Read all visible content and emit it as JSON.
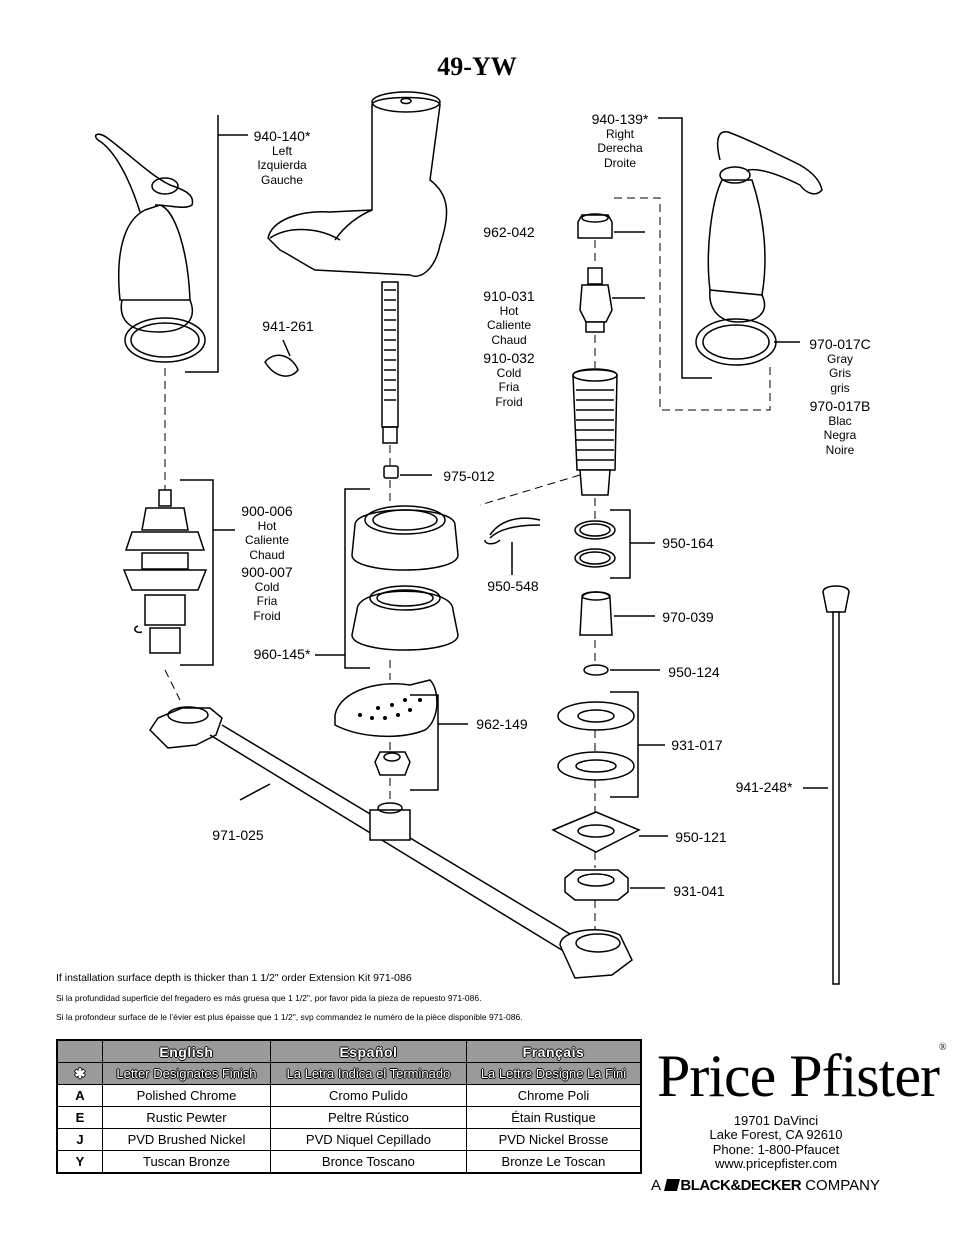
{
  "title": "49-YW",
  "parts": {
    "p940_140": {
      "number": "940-140*",
      "lines": [
        "Left",
        "Izquierda",
        "Gauche"
      ]
    },
    "p940_139": {
      "number": "940-139*",
      "lines": [
        "Right",
        "Derecha",
        "Droite"
      ]
    },
    "p962_042": {
      "number": "962-042"
    },
    "p941_261": {
      "number": "941-261"
    },
    "p910_031": {
      "number": "910-031",
      "lines": [
        "Hot",
        "Caliente",
        "Chaud"
      ]
    },
    "p910_032": {
      "number": "910-032",
      "lines": [
        "Cold",
        "Fria",
        "Froid"
      ]
    },
    "p970_017C": {
      "number": "970-017C",
      "lines": [
        "Gray",
        "Gris",
        "gris"
      ]
    },
    "p970_017B": {
      "number": "970-017B",
      "lines": [
        "Blac",
        "Negra",
        "Noire"
      ]
    },
    "p975_012": {
      "number": "975-012"
    },
    "p900_006": {
      "number": "900-006",
      "lines": [
        "Hot",
        "Caliente",
        "Chaud"
      ]
    },
    "p900_007": {
      "number": "900-007",
      "lines": [
        "Cold",
        "Fria",
        "Froid"
      ]
    },
    "p950_164": {
      "number": "950-164"
    },
    "p950_548": {
      "number": "950-548"
    },
    "p970_039": {
      "number": "970-039"
    },
    "p960_145": {
      "number": "960-145*"
    },
    "p950_124": {
      "number": "950-124"
    },
    "p962_149": {
      "number": "962-149"
    },
    "p931_017": {
      "number": "931-017"
    },
    "p941_248": {
      "number": "941-248*"
    },
    "p971_025": {
      "number": "971-025"
    },
    "p950_121": {
      "number": "950-121"
    },
    "p931_041": {
      "number": "931-041"
    }
  },
  "notes": {
    "en": "If installation surface depth is thicker than 1 1/2\" order Extension Kit 971-086",
    "es": "Si la profundidad superficie del fregadero es más gruesa que 1 1/2\", por favor pida la pieza de repuesto 971-086.",
    "fr": "Si la profondeur surface de le l’évier est plus épaisse que 1 1/2\", svp commandez le numéro de la pièce disponible 971-086."
  },
  "finish_table": {
    "headers": [
      "",
      "English",
      "Español",
      "Français"
    ],
    "subheader": {
      "code": "✱",
      "en": "Letter Designates Finish",
      "es": "La Letra Indica el Terminado",
      "fr": "La Lettre Designe La Fini"
    },
    "rows": [
      {
        "code": "A",
        "en": "Polished Chrome",
        "es": "Cromo Pulido",
        "fr": "Chrome Poli"
      },
      {
        "code": "E",
        "en": "Rustic Pewter",
        "es": "Peltre Rústico",
        "fr": "Étain Rustique"
      },
      {
        "code": "J",
        "en": "PVD Brushed Nickel",
        "es": "PVD Niquel Cepillado",
        "fr": "PVD Nickel Brosse"
      },
      {
        "code": "Y",
        "en": "Tuscan Bronze",
        "es": "Bronce Toscano",
        "fr": "Bronze Le Toscan"
      }
    ]
  },
  "brand": {
    "logo": "Price Pfister",
    "registered": "®",
    "address": [
      "19701 DaVinci",
      "Lake Forest, CA 92610",
      "Phone: 1-800-Pfaucet",
      "www.pricepfister.com"
    ],
    "company_prefix": "A",
    "company_name": "BLACK&DECKER",
    "company_suffix": "COMPANY"
  },
  "colors": {
    "header_gray": "#9a9a9a",
    "line": "#000000"
  }
}
